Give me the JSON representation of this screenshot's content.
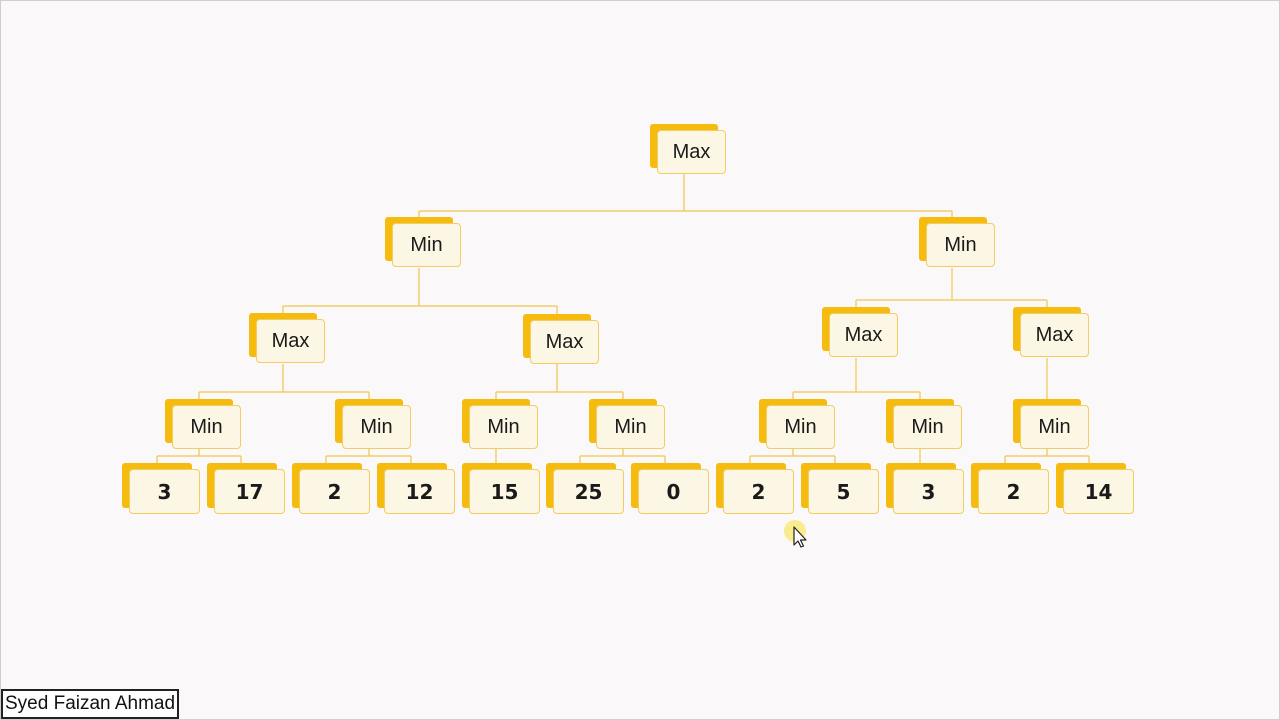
{
  "tree": {
    "root": {
      "label": "Max"
    },
    "level1": [
      {
        "label": "Min"
      },
      {
        "label": "Min"
      }
    ],
    "level2": [
      {
        "label": "Max"
      },
      {
        "label": "Max"
      },
      {
        "label": "Max"
      },
      {
        "label": "Max"
      }
    ],
    "level3": [
      {
        "label": "Min"
      },
      {
        "label": "Min"
      },
      {
        "label": "Min"
      },
      {
        "label": "Min"
      },
      {
        "label": "Min"
      },
      {
        "label": "Min"
      },
      {
        "label": "Min"
      }
    ],
    "leaves": [
      {
        "label": "3"
      },
      {
        "label": "17"
      },
      {
        "label": "2"
      },
      {
        "label": "12"
      },
      {
        "label": "15"
      },
      {
        "label": "25"
      },
      {
        "label": "0"
      },
      {
        "label": "2"
      },
      {
        "label": "5"
      },
      {
        "label": "3"
      },
      {
        "label": "2"
      },
      {
        "label": "14"
      }
    ]
  },
  "footer": {
    "author": "Syed Faizan Ahmad"
  },
  "colors": {
    "node_shadow": "#f5bb0e",
    "node_fill": "#fcf6e4",
    "node_border": "#f2cd62",
    "connector": "#f0c64c",
    "cursor_highlight": "#f7ea7a"
  }
}
